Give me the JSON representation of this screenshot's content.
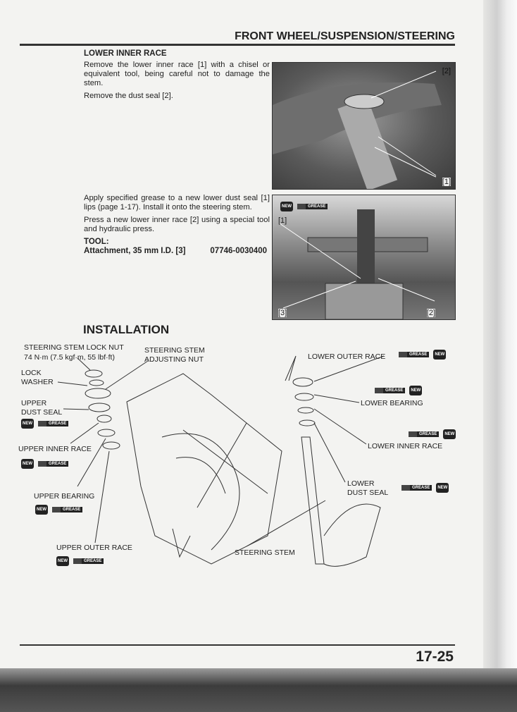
{
  "header": {
    "title": "FRONT WHEEL/SUSPENSION/STEERING"
  },
  "lower_inner_race": {
    "heading": "LOWER INNER RACE",
    "p1": "Remove the lower inner race [1] with a chisel or equivalent tool, being careful not to damage the stem.",
    "p2": "Remove the dust seal [2]."
  },
  "photo1": {
    "labels": [
      "[2]",
      "[1]"
    ]
  },
  "install_step": {
    "p1": "Apply specified grease to a new lower dust seal [1] lips (page 1-17). Install it onto the steering stem.",
    "p2": "Press a new lower inner race [2] using a special tool and hydraulic press.",
    "tool_label": "TOOL:",
    "tool_name": "Attachment, 35 mm I.D. [3]",
    "tool_number": "07746-0030400"
  },
  "photo2": {
    "labels": [
      "[1]",
      "[3]",
      "[2]"
    ]
  },
  "installation": {
    "heading": "INSTALLATION"
  },
  "diagram": {
    "lock_nut": "STEERING STEM LOCK NUT",
    "lock_nut_torque": "74 N·m (7.5 kgf·m, 55 lbf·ft)",
    "adjusting_nut": "STEERING STEM\nADJUSTING NUT",
    "lock_washer": "LOCK\nWASHER",
    "upper_dust_seal": "UPPER\nDUST SEAL",
    "upper_inner_race": "UPPER INNER RACE",
    "upper_bearing": "UPPER BEARING",
    "upper_outer_race": "UPPER OUTER RACE",
    "lower_outer_race": "LOWER OUTER RACE",
    "lower_bearing": "LOWER BEARING",
    "lower_inner_race": "LOWER INNER RACE",
    "lower_dust_seal": "LOWER\nDUST SEAL",
    "steering_stem": "STEERING STEM"
  },
  "icons": {
    "new": "NEW",
    "grease": "GREASE"
  },
  "footer": {
    "page_number": "17-25"
  }
}
